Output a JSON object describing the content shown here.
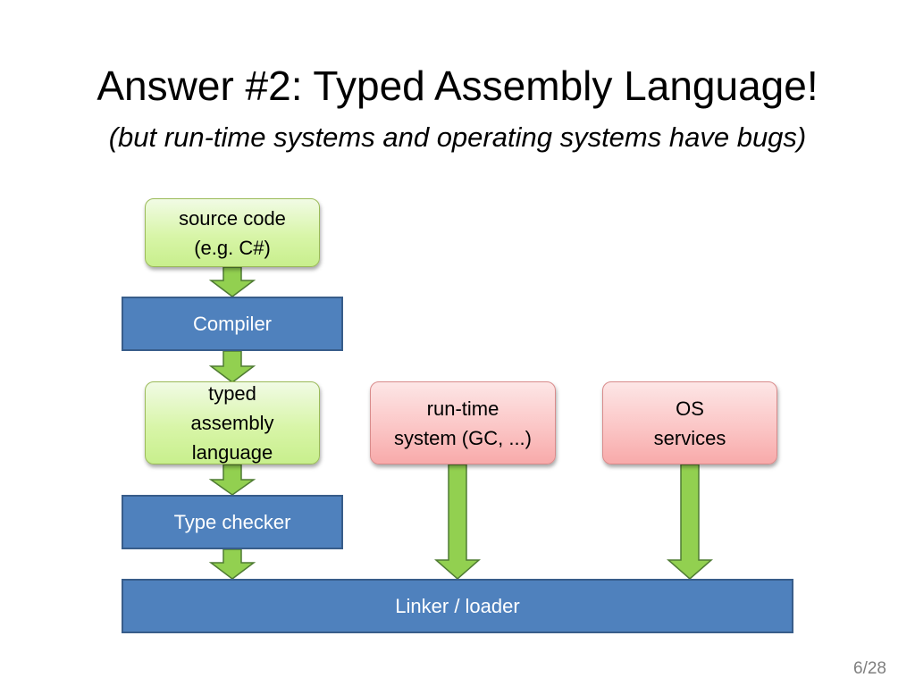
{
  "slide": {
    "title": "Answer #2: Typed Assembly Language!",
    "subtitle": "(but run-time systems and operating systems have bugs)",
    "page_number": "6/28"
  },
  "diagram": {
    "source_code": "source code\n(e.g. C#)",
    "compiler": "Compiler",
    "typed_assembly": "typed\nassembly\nlanguage",
    "runtime_system": "run-time\nsystem (GC, ...)",
    "os_services": "OS\nservices",
    "type_checker": "Type checker",
    "linker_loader": "Linker / loader"
  },
  "colors": {
    "green_box": "#d8f5a8",
    "pink_box": "#fbc6c6",
    "blue_box": "#4f81bd",
    "arrow_fill": "#92d050"
  }
}
